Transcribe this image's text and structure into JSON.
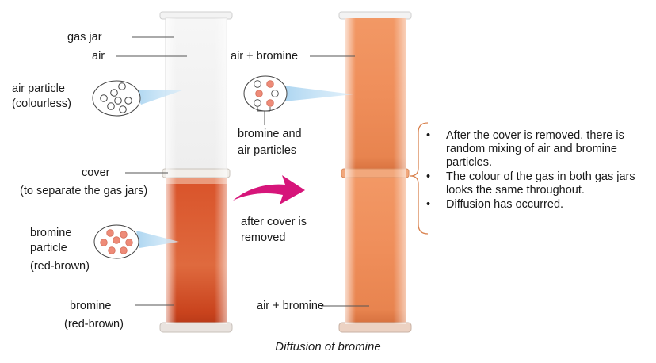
{
  "left_jar": {
    "labels": {
      "gas_jar": "gas jar",
      "air": "air",
      "air_particle_line1": "air particle",
      "air_particle_line2": "(colourless)",
      "cover_line1": "cover",
      "cover_line2": "(to separate the gas jars)",
      "bromine_particle_line1": "bromine",
      "bromine_particle_line2": "particle",
      "bromine_particle_line3": "(red-brown)",
      "bromine_line1": "bromine",
      "bromine_line2": "(red-brown)"
    }
  },
  "arrow": {
    "label_line1": "after cover is",
    "label_line2": "removed"
  },
  "right_jar": {
    "labels": {
      "air_bromine_top": "air + bromine",
      "particles_line1": "bromine and",
      "particles_line2": "air particles",
      "air_bromine_bottom": "air + bromine"
    }
  },
  "notes": [
    "After the cover is removed. there is random mixing of air and bromine particles.",
    "The colour of the gas in both gas jars looks the same throughout.",
    "Diffusion has occurred."
  ],
  "caption": "Diffusion of bromine",
  "colors": {
    "bromine": "#d8542a",
    "mixed": "#ef9060",
    "air_particle_fill": "#ffffff",
    "bromine_particle_fill": "#ee8b78",
    "callout_beam": "#b9dcf3",
    "arrow": "#d6157a",
    "brace": "#d9824e"
  }
}
